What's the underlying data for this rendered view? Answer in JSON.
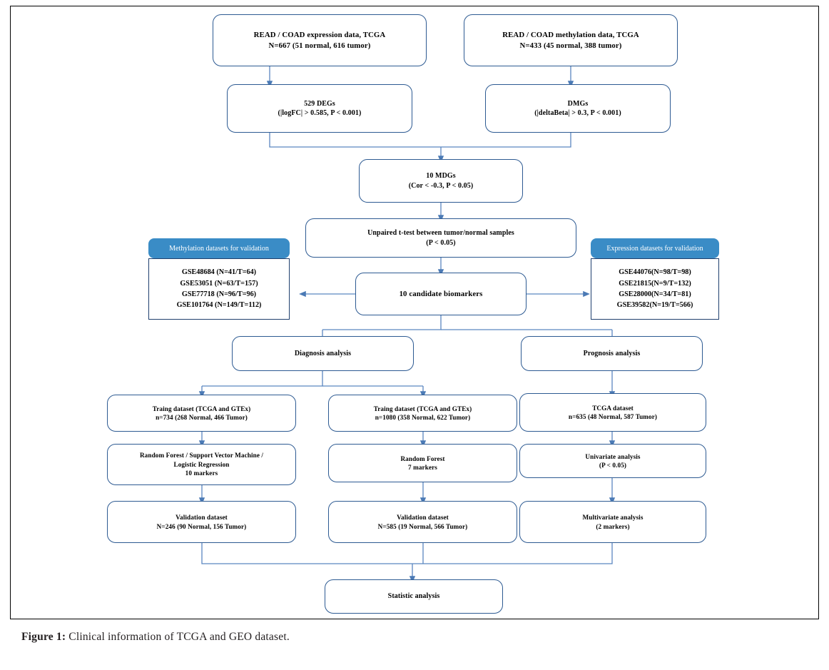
{
  "figure": {
    "caption_label": "Figure 1:",
    "caption_text": " Clinical information of TCGA and GEO dataset."
  },
  "colors": {
    "box_border": "#2d5a92",
    "panel_border": "#1f3f6e",
    "header_fill": "#3a8cc6",
    "connector": "#5a86c0",
    "frame": "#000000",
    "background": "#ffffff",
    "text": "#000000"
  },
  "chart_data": {
    "type": "flowchart",
    "title": "Clinical information of TCGA and GEO dataset",
    "nodes": [
      {
        "id": "expr_data",
        "label_lines": [
          "READ / COAD expression data, TCGA",
          "N=667 (51 normal, 616 tumor)"
        ]
      },
      {
        "id": "meth_data",
        "label_lines": [
          "READ / COAD methylation data, TCGA",
          "N=433 (45 normal, 388 tumor)"
        ]
      },
      {
        "id": "degs",
        "label_lines": [
          "529 DEGs",
          "(|logFC| > 0.585, P < 0.001)"
        ]
      },
      {
        "id": "dmgs",
        "label_lines": [
          "DMGs",
          "(|deltaBeta| > 0.3, P < 0.001)"
        ]
      },
      {
        "id": "mdgs",
        "label_lines": [
          "10 MDGs",
          "(Cor < -0.3, P < 0.05)"
        ]
      },
      {
        "id": "ttest",
        "label_lines": [
          "Unpaired t-test between tumor/normal samples",
          "(P < 0.05)"
        ]
      },
      {
        "id": "biomarkers",
        "label_lines": [
          "10 candidate biomarkers"
        ]
      },
      {
        "id": "diagnosis",
        "label_lines": [
          "Diagnosis analysis"
        ]
      },
      {
        "id": "prognosis",
        "label_lines": [
          "Prognosis analysis"
        ]
      },
      {
        "id": "train1",
        "label_lines": [
          "Traing dataset (TCGA and GTEx)",
          "n=734 (268 Normal, 466 Tumor)"
        ]
      },
      {
        "id": "train2",
        "label_lines": [
          "Traing dataset (TCGA and GTEx)",
          "n=1080 (358 Normal, 622 Tumor)"
        ]
      },
      {
        "id": "tcga_dataset",
        "label_lines": [
          "TCGA dataset",
          "n=635 (48 Normal, 587 Tumor)"
        ]
      },
      {
        "id": "ml1",
        "label_lines": [
          "Random Forest / Support Vector Machine /",
          "Logistic Regression",
          "10 markers"
        ]
      },
      {
        "id": "ml2",
        "label_lines": [
          "Random Forest",
          "7 markers"
        ]
      },
      {
        "id": "univariate",
        "label_lines": [
          "Univariate analysis",
          "(P < 0.05)"
        ]
      },
      {
        "id": "val1",
        "label_lines": [
          "Validation dataset",
          "N=246 (90 Normal, 156 Tumor)"
        ]
      },
      {
        "id": "val2",
        "label_lines": [
          "Validation dataset",
          "N=585 (19 Normal, 566 Tumor)"
        ]
      },
      {
        "id": "multivariate",
        "label_lines": [
          "Multivariate analysis",
          "(2 markers)"
        ]
      },
      {
        "id": "statistic",
        "label_lines": [
          "Statistic analysis"
        ]
      }
    ],
    "panels": [
      {
        "id": "methylation_validation",
        "header": "Methylation datasets for validation",
        "items": [
          "GSE48684 (N=41/T=64)",
          "GSE53051 (N=63/T=157)",
          "GSE77718 (N=96/T=96)",
          "GSE101764 (N=149/T=112)"
        ]
      },
      {
        "id": "expression_validation",
        "header": "Expression datasets for validation",
        "items": [
          "GSE44076(N=98/T=98)",
          "GSE21815(N=9/T=132)",
          "GSE28000(N=34/T=81)",
          "GSE39582(N=19/T=566)"
        ]
      }
    ],
    "edges": [
      {
        "from": "expr_data",
        "to": "degs"
      },
      {
        "from": "meth_data",
        "to": "dmgs"
      },
      {
        "from": "degs",
        "to": "mdgs"
      },
      {
        "from": "dmgs",
        "to": "mdgs"
      },
      {
        "from": "mdgs",
        "to": "ttest"
      },
      {
        "from": "ttest",
        "to": "biomarkers"
      },
      {
        "from": "biomarkers",
        "to": "methylation_validation"
      },
      {
        "from": "biomarkers",
        "to": "expression_validation"
      },
      {
        "from": "biomarkers",
        "to": "diagnosis"
      },
      {
        "from": "biomarkers",
        "to": "prognosis"
      },
      {
        "from": "diagnosis",
        "to": "train1"
      },
      {
        "from": "diagnosis",
        "to": "train2"
      },
      {
        "from": "prognosis",
        "to": "tcga_dataset"
      },
      {
        "from": "train1",
        "to": "ml1"
      },
      {
        "from": "train2",
        "to": "ml2"
      },
      {
        "from": "tcga_dataset",
        "to": "univariate"
      },
      {
        "from": "ml1",
        "to": "val1"
      },
      {
        "from": "ml2",
        "to": "val2"
      },
      {
        "from": "univariate",
        "to": "multivariate"
      },
      {
        "from": "val1",
        "to": "statistic"
      },
      {
        "from": "val2",
        "to": "statistic"
      },
      {
        "from": "multivariate",
        "to": "statistic"
      }
    ]
  }
}
